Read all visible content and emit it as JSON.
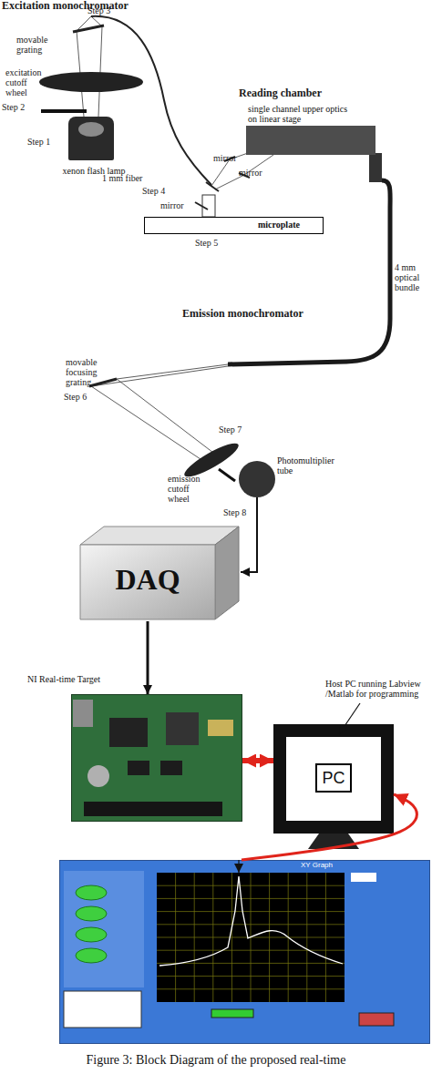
{
  "diagram": {
    "caption": "Figure 3: Block Diagram of the proposed real-time",
    "nodes": [
      {
        "text": [
          "xenon flash lamp"
        ]
      },
      {
        "text": [
          "single channel upper optics on linear stage"
        ]
      },
      {
        "text": [
          "microplate"
        ]
      },
      {
        "text": [
          "Photomultiplier tube"
        ]
      },
      {
        "text": [
          "DAQ"
        ]
      },
      {
        "text": [
          "NI Real-time Target"
        ]
      },
      {
        "text": [
          "Host PC running Labview /Matlab for programming",
          "PC"
        ]
      },
      {
        "text": [
          "XY Graph"
        ]
      }
    ],
    "edges": [
      {
        "from": 3,
        "to": 4,
        "arrow": "to"
      },
      {
        "from": 4,
        "to": 5,
        "arrow": "to"
      },
      {
        "from": 5,
        "to": 6,
        "arrow": "both"
      },
      {
        "from": 7,
        "to": 6,
        "arrow": "to"
      }
    ],
    "labels": [
      "Excitation monochromator",
      "Step 3",
      "movable grating",
      "excitation cutoff wheel",
      "Step 2",
      "Step 1",
      "1 mm fiber",
      "Reading chamber",
      "mirror",
      "mirror",
      "Step 4",
      "mirror",
      "Step 5",
      "4 mm optical bundle",
      "Emission monochromator",
      "movable focusing grating",
      "Step 6",
      "Step 7",
      "emission cutoff wheel",
      "Step 8"
    ]
  }
}
